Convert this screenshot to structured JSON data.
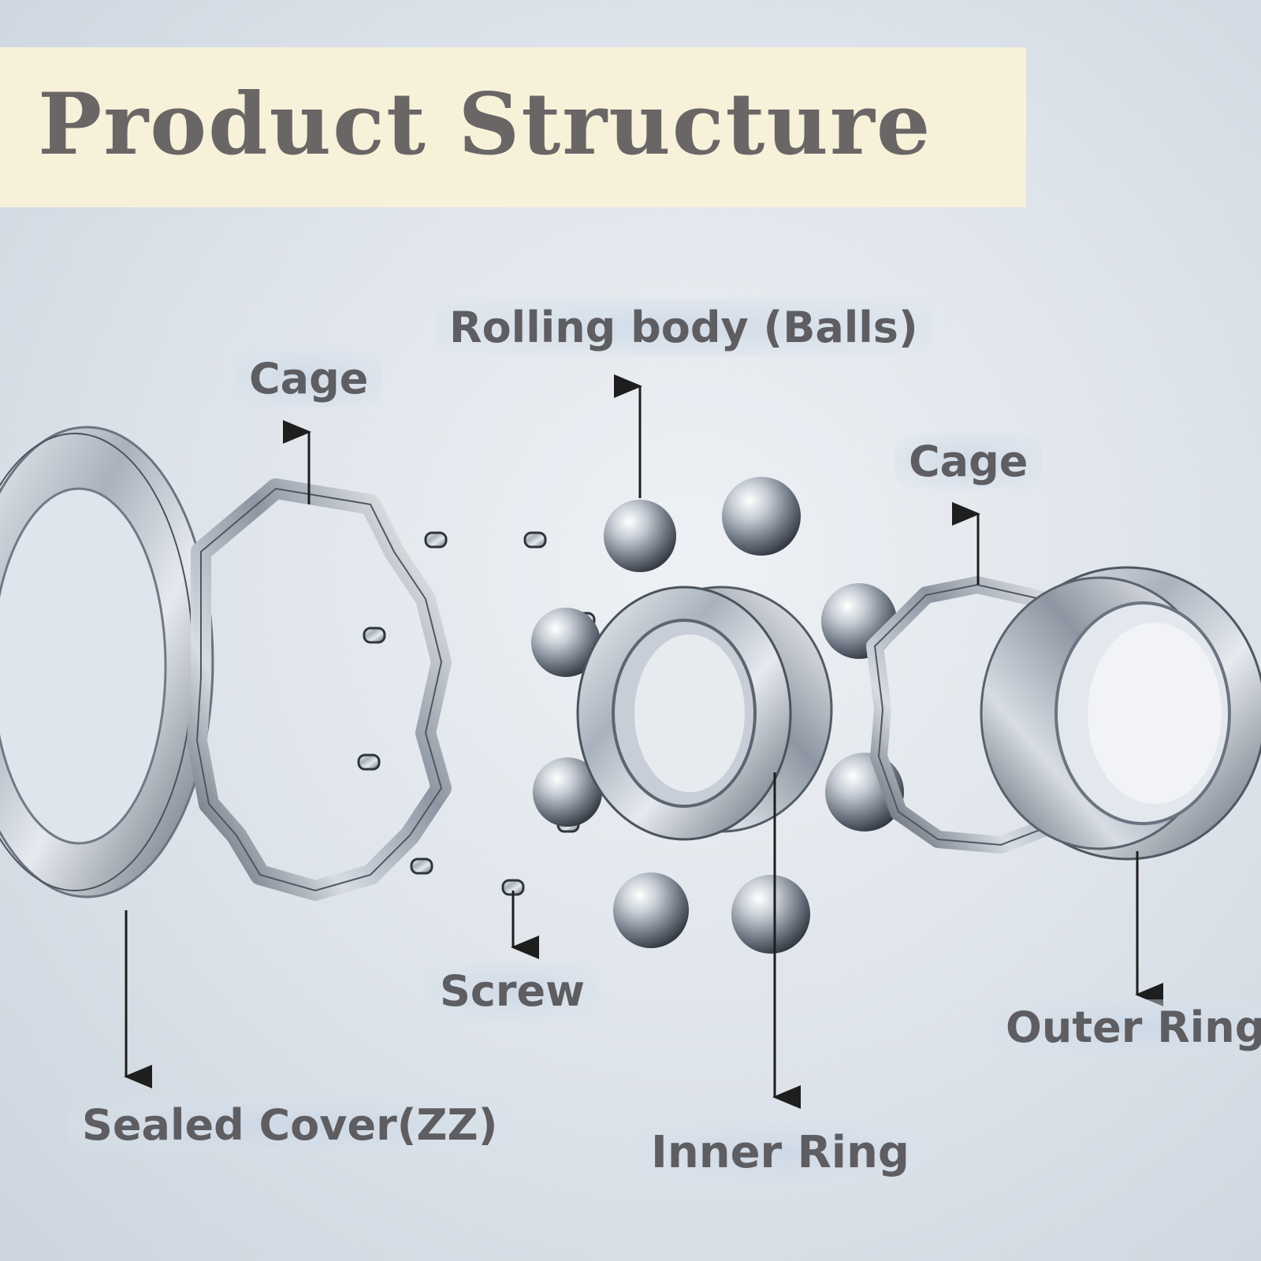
{
  "title": "Product Structure",
  "labels": {
    "rolling_body": "Rolling body (Balls)",
    "cage_left": "Cage",
    "cage_right": "Cage",
    "screw": "Screw",
    "outer_ring": "Outer Ring",
    "sealed_cover": "Sealed Cover(ZZ)",
    "inner_ring": "Inner Ring"
  },
  "colors": {
    "banner": "#f7f1da",
    "title_text": "#6a6666",
    "label_text": "#5e5e62",
    "metal_light": "#f4f6f9",
    "metal_dark": "#5b6470",
    "arrow": "#1e1e1e"
  }
}
